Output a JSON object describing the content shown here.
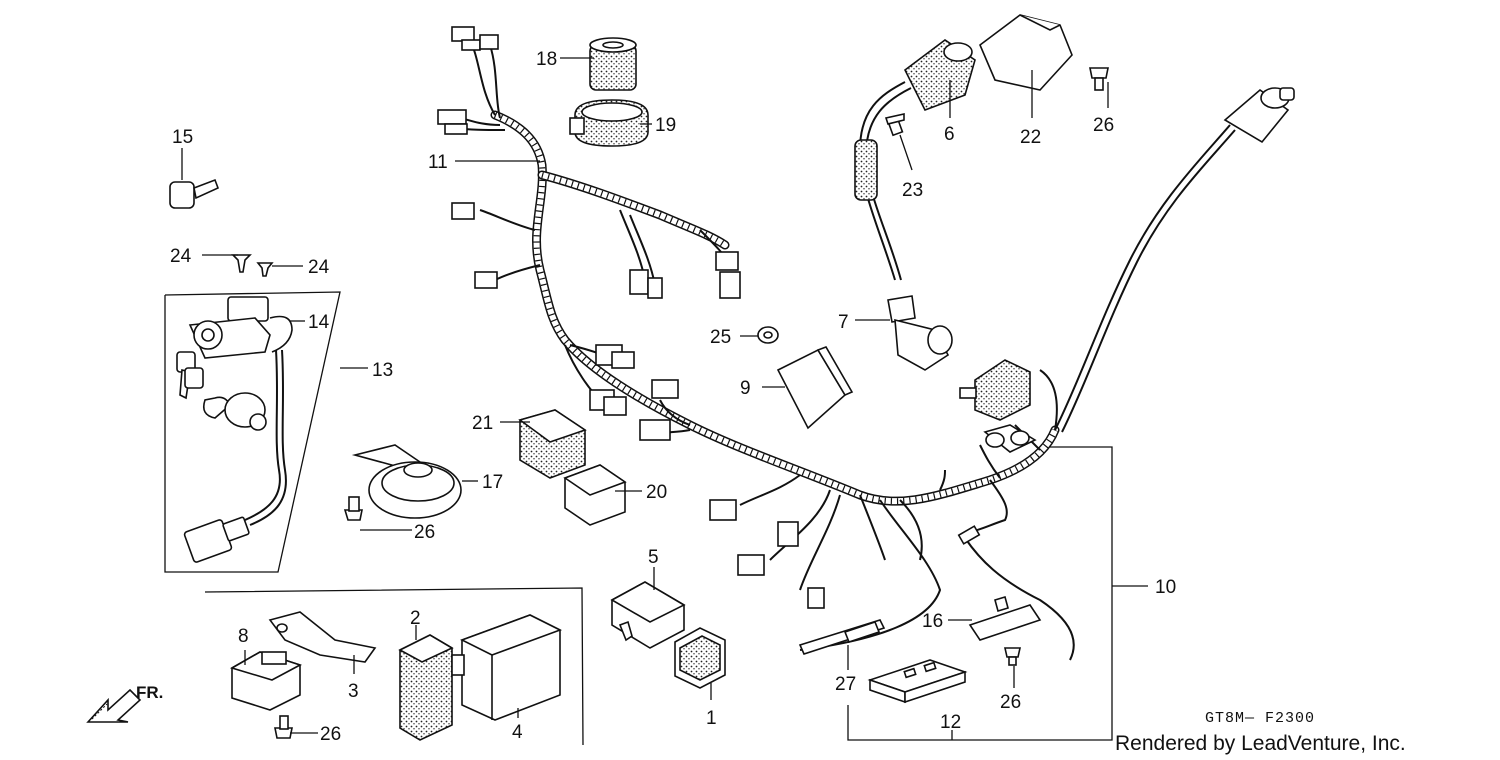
{
  "callouts": [
    {
      "id": "c1",
      "text": "1"
    },
    {
      "id": "c2",
      "text": "2"
    },
    {
      "id": "c3",
      "text": "3"
    },
    {
      "id": "c4",
      "text": "4"
    },
    {
      "id": "c5",
      "text": "5"
    },
    {
      "id": "c6",
      "text": "6"
    },
    {
      "id": "c7",
      "text": "7"
    },
    {
      "id": "c8",
      "text": "8"
    },
    {
      "id": "c9",
      "text": "9"
    },
    {
      "id": "c10",
      "text": "10"
    },
    {
      "id": "c11",
      "text": "11"
    },
    {
      "id": "c12",
      "text": "12"
    },
    {
      "id": "c13",
      "text": "13"
    },
    {
      "id": "c14",
      "text": "14"
    },
    {
      "id": "c15",
      "text": "15"
    },
    {
      "id": "c16",
      "text": "16"
    },
    {
      "id": "c17",
      "text": "17"
    },
    {
      "id": "c18",
      "text": "18"
    },
    {
      "id": "c19",
      "text": "19"
    },
    {
      "id": "c20",
      "text": "20"
    },
    {
      "id": "c21",
      "text": "21"
    },
    {
      "id": "c22",
      "text": "22"
    },
    {
      "id": "c23",
      "text": "23"
    },
    {
      "id": "c24a",
      "text": "24"
    },
    {
      "id": "c24b",
      "text": "24"
    },
    {
      "id": "c25",
      "text": "25"
    },
    {
      "id": "c26a",
      "text": "26"
    },
    {
      "id": "c26b",
      "text": "26"
    },
    {
      "id": "c26c",
      "text": "26"
    },
    {
      "id": "c26d",
      "text": "26"
    },
    {
      "id": "c27",
      "text": "27"
    }
  ],
  "direction_label": "FR.",
  "diagram_code": "GT8M— F2300",
  "credit": "Rendered by LeadVenture, Inc."
}
